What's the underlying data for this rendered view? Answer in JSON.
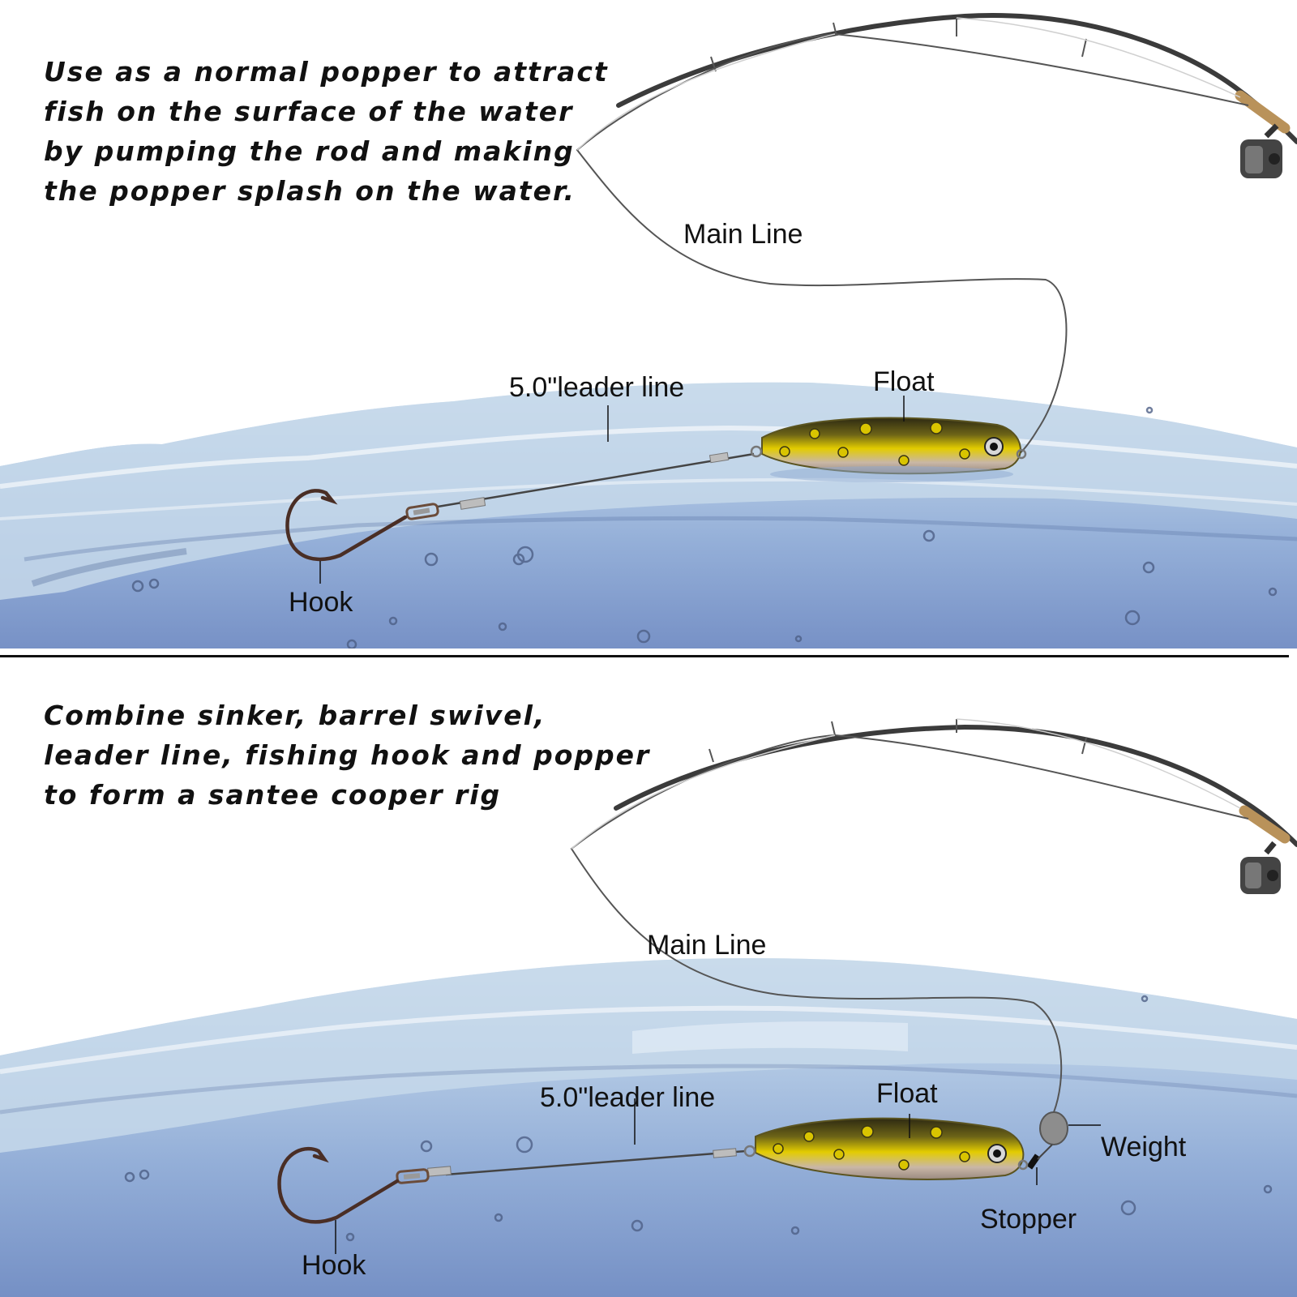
{
  "panels": [
    {
      "caption": "Use as a normal popper to attract\nfish on the surface of the water\nby pumping the rod and making\nthe popper splash on the water.",
      "labels": {
        "main_line": "Main Line",
        "leader_line": "5.0\"leader line",
        "float": "Float",
        "hook": "Hook"
      }
    },
    {
      "caption": "Combine sinker, barrel swivel,\nleader line, fishing hook and popper\nto form a santee cooper rig",
      "labels": {
        "main_line": "Main Line",
        "leader_line": "5.0\"leader line",
        "float": "Float",
        "weight": "Weight",
        "stopper": "Stopper",
        "hook": "Hook"
      }
    }
  ],
  "colors": {
    "water_surface": "#cfdfee",
    "water_mid": "#9bb8dc",
    "water_deep": "#6d88bf",
    "popper_body": "#d9c400",
    "popper_back": "#2e2a12",
    "popper_belly": "#c9b7a6",
    "rod": "#3b3b3b",
    "cork": "#b9925a"
  }
}
